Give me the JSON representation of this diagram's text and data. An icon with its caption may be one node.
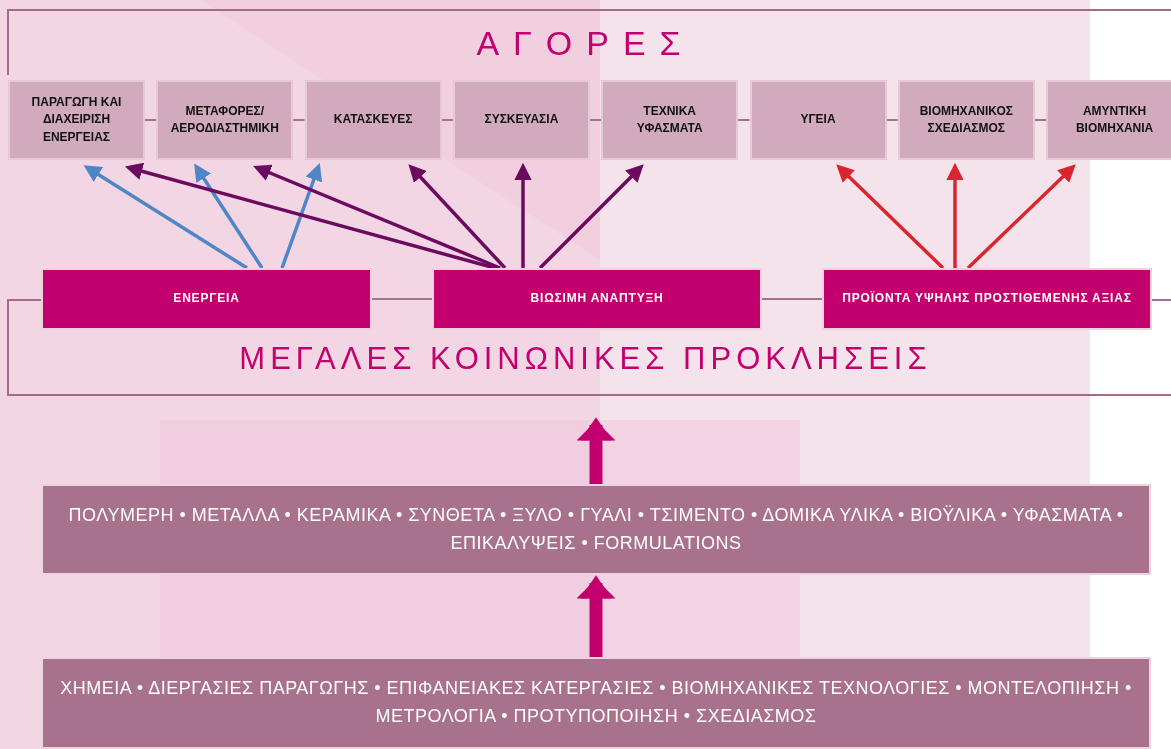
{
  "diagram": {
    "nodes": [
      {
        "text": [
          "ΠΑΡΑΓΩΓΗ ΚΑΙ ΔΙΑΧΕΙΡΙΣΗ ΕΝΕΡΓΕΙΑΣ"
        ]
      },
      {
        "text": [
          "ΜΕΤΑΦΟΡΕΣ/ ΑΕΡΟΔΙΑΣΤΗΜΙΚΗ"
        ]
      },
      {
        "text": [
          "ΚΑΤΑΣΚΕΥΕΣ"
        ]
      },
      {
        "text": [
          "ΣΥΣΚΕΥΑΣΙΑ"
        ]
      },
      {
        "text": [
          "ΤΕΧΝΙΚΑ ΥΦΑΣΜΑΤΑ"
        ]
      },
      {
        "text": [
          "ΥΓΕΙΑ"
        ]
      },
      {
        "text": [
          "ΒΙΟΜΗΧΑΝΙΚΟΣ ΣΧΕΔΙΑΣΜΟΣ"
        ]
      },
      {
        "text": [
          "ΑΜΥΝΤΙΚΗ ΒΙΟΜΗΧΑΝΙΑ"
        ]
      },
      {
        "text": [
          "ΕΝΕΡΓΕΙΑ"
        ]
      },
      {
        "text": [
          "ΒΙΩΣΙΜΗ ΑΝΑΠΤΥΞΗ"
        ]
      },
      {
        "text": [
          "ΠΡΟΪΟΝΤΑ ΥΨΗΛΗΣ ΠΡΟΣΤΙΘΕΜΕΝΗΣ ΑΞΙΑΣ"
        ]
      },
      {
        "text": [
          "ΠΟΛΥΜΕΡΗ • ΜΕΤΑΛΛΑ • ΚΕΡΑΜΙΚΑ • ΣΥΝΘΕΤΑ • ΞΥΛΟ • ΓΥΑΛΙ • ΤΣΙΜΕΝΤΟ • ΔΟΜΙΚΑ ΥΛΙΚΑ • ΒΙΟΫΛΙΚΑ • ΥΦΑΣΜΑΤΑ • ΕΠΙΚΑΛΥΨΕΙΣ • FORMULATIONS"
        ]
      },
      {
        "text": [
          "ΧΗΜΕΙΑ • ΔΙΕΡΓΑΣΙΕΣ ΠΑΡΑΓΩΓΗΣ • ΕΠΙΦΑΝΕΙΑΚΕΣ ΚΑΤΕΡΓΑΣΙΕΣ • ΒΙΟΜΗΧΑΝΙΚΕΣ ΤΕΧΝΟΛΟΓΙΕΣ • ΜΟΝΤΕΛΟΠΙΗΣΗ • ΜΕΤΡΟΛΟΓΙΑ • ΠΡΟΤΥΠΟΠΟΙΗΣΗ • ΣΧΕΔΙΑΣΜΟΣ"
        ]
      }
    ],
    "edges": [
      {
        "from": 0,
        "to": 1,
        "arrow": "none"
      },
      {
        "from": 1,
        "to": 2,
        "arrow": "none"
      },
      {
        "from": 2,
        "to": 3,
        "arrow": "none"
      },
      {
        "from": 3,
        "to": 4,
        "arrow": "none"
      },
      {
        "from": 4,
        "to": 5,
        "arrow": "none"
      },
      {
        "from": 5,
        "to": 6,
        "arrow": "none"
      },
      {
        "from": 6,
        "to": 7,
        "arrow": "none"
      },
      {
        "from": 8,
        "to": 9,
        "arrow": "none"
      },
      {
        "from": 9,
        "to": 10,
        "arrow": "none"
      },
      {
        "from": 8,
        "to": 0,
        "arrow": "to",
        "color": "#4f86c6"
      },
      {
        "from": 8,
        "to": 1,
        "arrow": "to",
        "color": "#4f86c6"
      },
      {
        "from": 8,
        "to": 2,
        "arrow": "to",
        "color": "#4f86c6"
      },
      {
        "from": 9,
        "to": 0,
        "arrow": "to",
        "color": "#6b0a5e"
      },
      {
        "from": 9,
        "to": 1,
        "arrow": "to",
        "color": "#6b0a5e"
      },
      {
        "from": 9,
        "to": 2,
        "arrow": "to",
        "color": "#6b0a5e"
      },
      {
        "from": 9,
        "to": 3,
        "arrow": "to",
        "color": "#6b0a5e"
      },
      {
        "from": 9,
        "to": 4,
        "arrow": "to",
        "color": "#6b0a5e"
      },
      {
        "from": 10,
        "to": 5,
        "arrow": "to",
        "color": "#d9252f"
      },
      {
        "from": 10,
        "to": 6,
        "arrow": "to",
        "color": "#d9252f"
      },
      {
        "from": 10,
        "to": 7,
        "arrow": "to",
        "color": "#d9252f"
      },
      {
        "from": 11,
        "to": null,
        "arrow": "to",
        "style": "thick",
        "color": "#c2006e"
      },
      {
        "from": 12,
        "to": 11,
        "arrow": "to",
        "style": "thick",
        "color": "#c2006e"
      }
    ],
    "labels": [
      "ΑΓΟΡΕΣ",
      "ΜΕΓΑΛΕΣ ΚΟΙΝΩΝΙΚΕΣ ΠΡΟΚΛΗΣΕΙΣ"
    ]
  }
}
